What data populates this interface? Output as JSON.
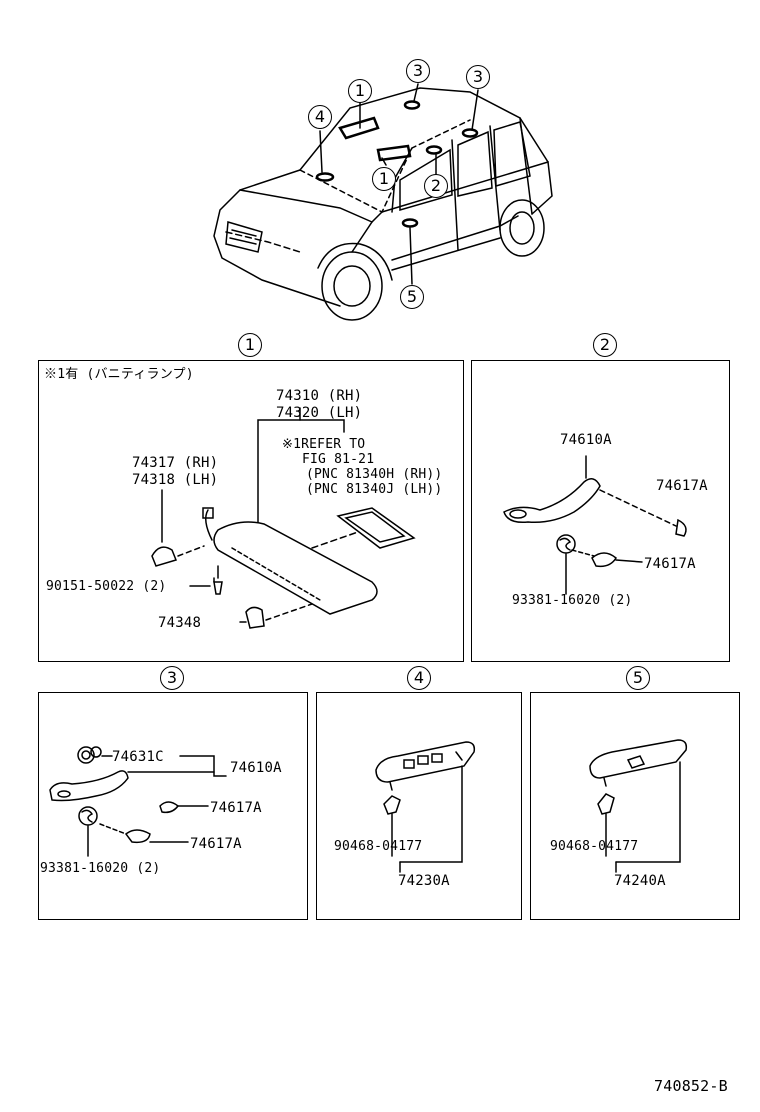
{
  "callouts": {
    "c1": "1",
    "c2": "2",
    "c3": "3",
    "c4": "4",
    "c5": "5"
  },
  "panel1": {
    "note": "※1有 (バニティランプ)",
    "rh_part": "74310 (RH)",
    "lh_part": "74320 (LH)",
    "ref1": "※1REFER TO",
    "ref2": "FIG 81-21",
    "ref3": "(PNC 81340H (RH))",
    "ref4": "(PNC 81340J (LH))",
    "holder_rh": "74317 (RH)",
    "holder_lh": "74318 (LH)",
    "screw": "90151-50022 (2)",
    "clip": "74348"
  },
  "panel2": {
    "grip": "74610A",
    "cap_top": "74617A",
    "cap_bottom": "74617A",
    "screw": "93381-16020 (2)"
  },
  "panel3": {
    "spring": "74631C",
    "grip": "74610A",
    "cap_top": "74617A",
    "cap_bottom": "74617A",
    "screw": "93381-16020 (2)"
  },
  "panel4": {
    "clip": "90468-04177",
    "switch": "74230A"
  },
  "panel5": {
    "clip": "90468-04177",
    "switch": "74240A"
  },
  "footer": {
    "code": "740852-B"
  }
}
